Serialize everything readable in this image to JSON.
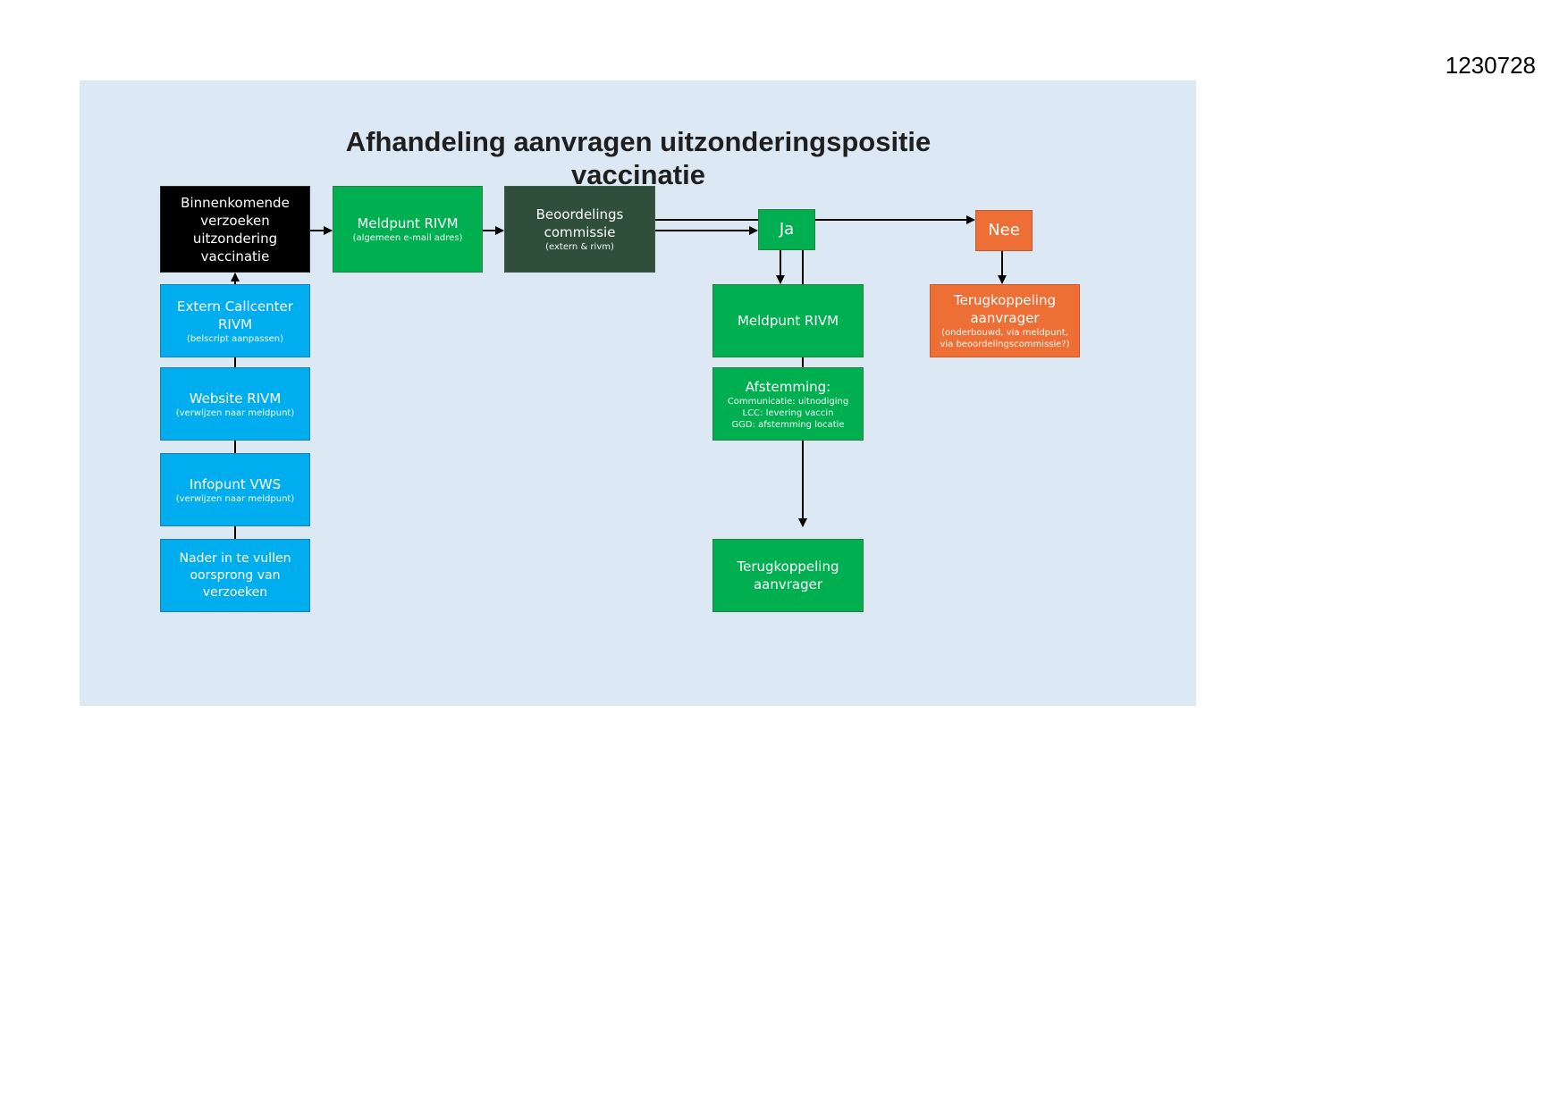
{
  "document": {
    "id_number": "1230728"
  },
  "diagram": {
    "title_line1": "Afhandeling aanvragen uitzonderingspositie",
    "title_line2": "vaccinatie",
    "nodes": {
      "incoming": {
        "main": "Binnenkomende\nverzoeken\nuitzondering\nvaccinatie",
        "sub": ""
      },
      "meldpunt": {
        "main": "Meldpunt RIVM",
        "sub": "(algemeen e-mail adres)"
      },
      "commissie": {
        "main": "Beoordelings\ncommissie",
        "sub": "(extern & rivm)"
      },
      "ja": {
        "main": "Ja"
      },
      "nee": {
        "main": "Nee"
      },
      "callcenter": {
        "main": "Extern Callcenter\nRIVM",
        "sub": "(belscript aanpassen)"
      },
      "website": {
        "main": "Website RIVM",
        "sub": "(verwijzen naar meldpunt)"
      },
      "infopunt": {
        "main": "Infopunt VWS",
        "sub": "(verwijzen naar meldpunt)"
      },
      "nader": {
        "main": "Nader in te vullen\noorsprong van\nverzoeken"
      },
      "meldpunt_ja": {
        "main": "Meldpunt RIVM"
      },
      "afstemming": {
        "main": "Afstemming:",
        "sub": "Communicatie: uitnodiging\nLCC: levering vaccin\nGGD: afstemming locatie"
      },
      "terug_ja": {
        "main": "Terugkoppeling\naanvrager"
      },
      "terug_nee": {
        "main": "Terugkoppeling\naanvrager",
        "sub": "(onderbouwd, via meldpunt,\nvia beoordelingscommissie?)"
      }
    },
    "colors": {
      "panel_background": "#dce9f5",
      "black_node": "#000000",
      "green_node": "#00b050",
      "dark_green_node": "#2f4f3a",
      "blue_node": "#00aeef",
      "orange_node": "#ee6f35",
      "connector": "#000000"
    }
  }
}
